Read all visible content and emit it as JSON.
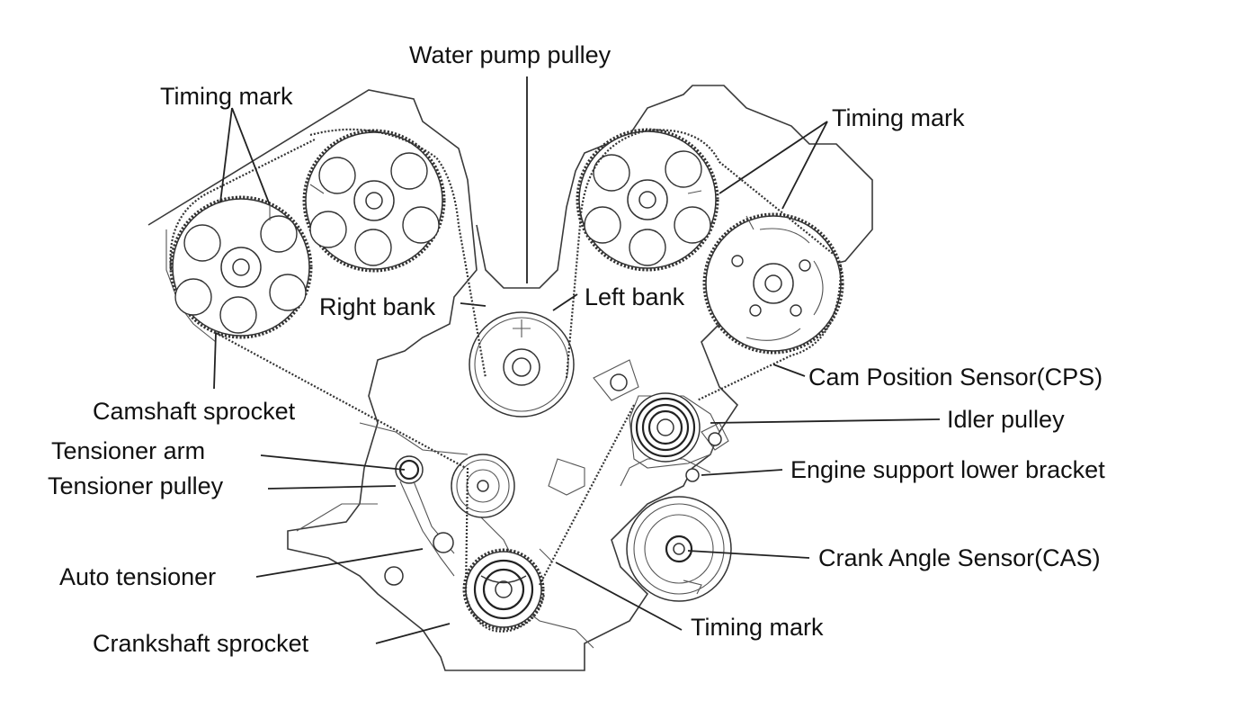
{
  "labels": {
    "water_pump_pulley": "Water pump pulley",
    "timing_mark_left": "Timing mark",
    "timing_mark_right": "Timing mark",
    "right_bank": "Right bank",
    "left_bank": "Left bank",
    "camshaft_sprocket": "Camshaft sprocket",
    "cam_position_sensor": "Cam Position Sensor(CPS)",
    "idler_pulley": "Idler pulley",
    "tensioner_arm": "Tensioner arm",
    "tensioner_pulley": "Tensioner pulley",
    "engine_support_lower_bracket": "Engine support lower bracket",
    "auto_tensioner": "Auto tensioner",
    "crank_angle_sensor": "Crank Angle Sensor(CAS)",
    "crankshaft_sprocket": "Crankshaft sprocket",
    "timing_mark_bottom": "Timing mark"
  },
  "colors": {
    "line": "#333333",
    "text": "#111111",
    "background": "#ffffff"
  }
}
